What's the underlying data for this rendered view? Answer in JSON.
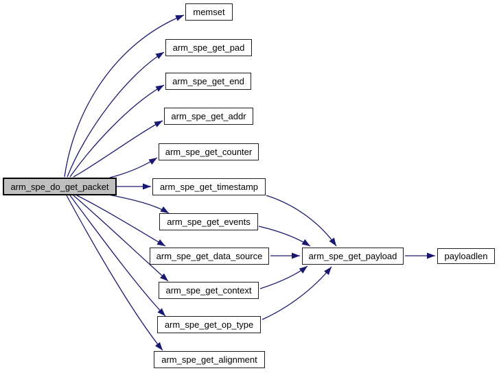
{
  "graph": {
    "type": "call-graph",
    "colors": {
      "background": "#ffffff",
      "edge": "#191970",
      "node_fill": "#ffffff",
      "node_border": "#1c1c1c",
      "root_fill": "#bfbfbf",
      "text": "#000000"
    },
    "nodes": [
      {
        "id": "arm_spe_do_get_packet",
        "label": "arm_spe_do_get_packet",
        "role": "root"
      },
      {
        "id": "memset",
        "label": "memset",
        "role": "callee"
      },
      {
        "id": "arm_spe_get_pad",
        "label": "arm_spe_get_pad",
        "role": "callee"
      },
      {
        "id": "arm_spe_get_end",
        "label": "arm_spe_get_end",
        "role": "callee"
      },
      {
        "id": "arm_spe_get_addr",
        "label": "arm_spe_get_addr",
        "role": "callee"
      },
      {
        "id": "arm_spe_get_counter",
        "label": "arm_spe_get_counter",
        "role": "callee"
      },
      {
        "id": "arm_spe_get_timestamp",
        "label": "arm_spe_get_timestamp",
        "role": "callee"
      },
      {
        "id": "arm_spe_get_events",
        "label": "arm_spe_get_events",
        "role": "callee"
      },
      {
        "id": "arm_spe_get_data_source",
        "label": "arm_spe_get_data_source",
        "role": "callee"
      },
      {
        "id": "arm_spe_get_context",
        "label": "arm_spe_get_context",
        "role": "callee"
      },
      {
        "id": "arm_spe_get_op_type",
        "label": "arm_spe_get_op_type",
        "role": "callee"
      },
      {
        "id": "arm_spe_get_alignment",
        "label": "arm_spe_get_alignment",
        "role": "callee"
      },
      {
        "id": "arm_spe_get_payload",
        "label": "arm_spe_get_payload",
        "role": "callee"
      },
      {
        "id": "payloadlen",
        "label": "payloadlen",
        "role": "callee"
      }
    ],
    "edges": [
      [
        "arm_spe_do_get_packet",
        "memset"
      ],
      [
        "arm_spe_do_get_packet",
        "arm_spe_get_pad"
      ],
      [
        "arm_spe_do_get_packet",
        "arm_spe_get_end"
      ],
      [
        "arm_spe_do_get_packet",
        "arm_spe_get_addr"
      ],
      [
        "arm_spe_do_get_packet",
        "arm_spe_get_counter"
      ],
      [
        "arm_spe_do_get_packet",
        "arm_spe_get_timestamp"
      ],
      [
        "arm_spe_do_get_packet",
        "arm_spe_get_events"
      ],
      [
        "arm_spe_do_get_packet",
        "arm_spe_get_data_source"
      ],
      [
        "arm_spe_do_get_packet",
        "arm_spe_get_context"
      ],
      [
        "arm_spe_do_get_packet",
        "arm_spe_get_op_type"
      ],
      [
        "arm_spe_do_get_packet",
        "arm_spe_get_alignment"
      ],
      [
        "arm_spe_get_timestamp",
        "arm_spe_get_payload"
      ],
      [
        "arm_spe_get_events",
        "arm_spe_get_payload"
      ],
      [
        "arm_spe_get_data_source",
        "arm_spe_get_payload"
      ],
      [
        "arm_spe_get_context",
        "arm_spe_get_payload"
      ],
      [
        "arm_spe_get_op_type",
        "arm_spe_get_payload"
      ],
      [
        "arm_spe_get_payload",
        "payloadlen"
      ]
    ]
  }
}
